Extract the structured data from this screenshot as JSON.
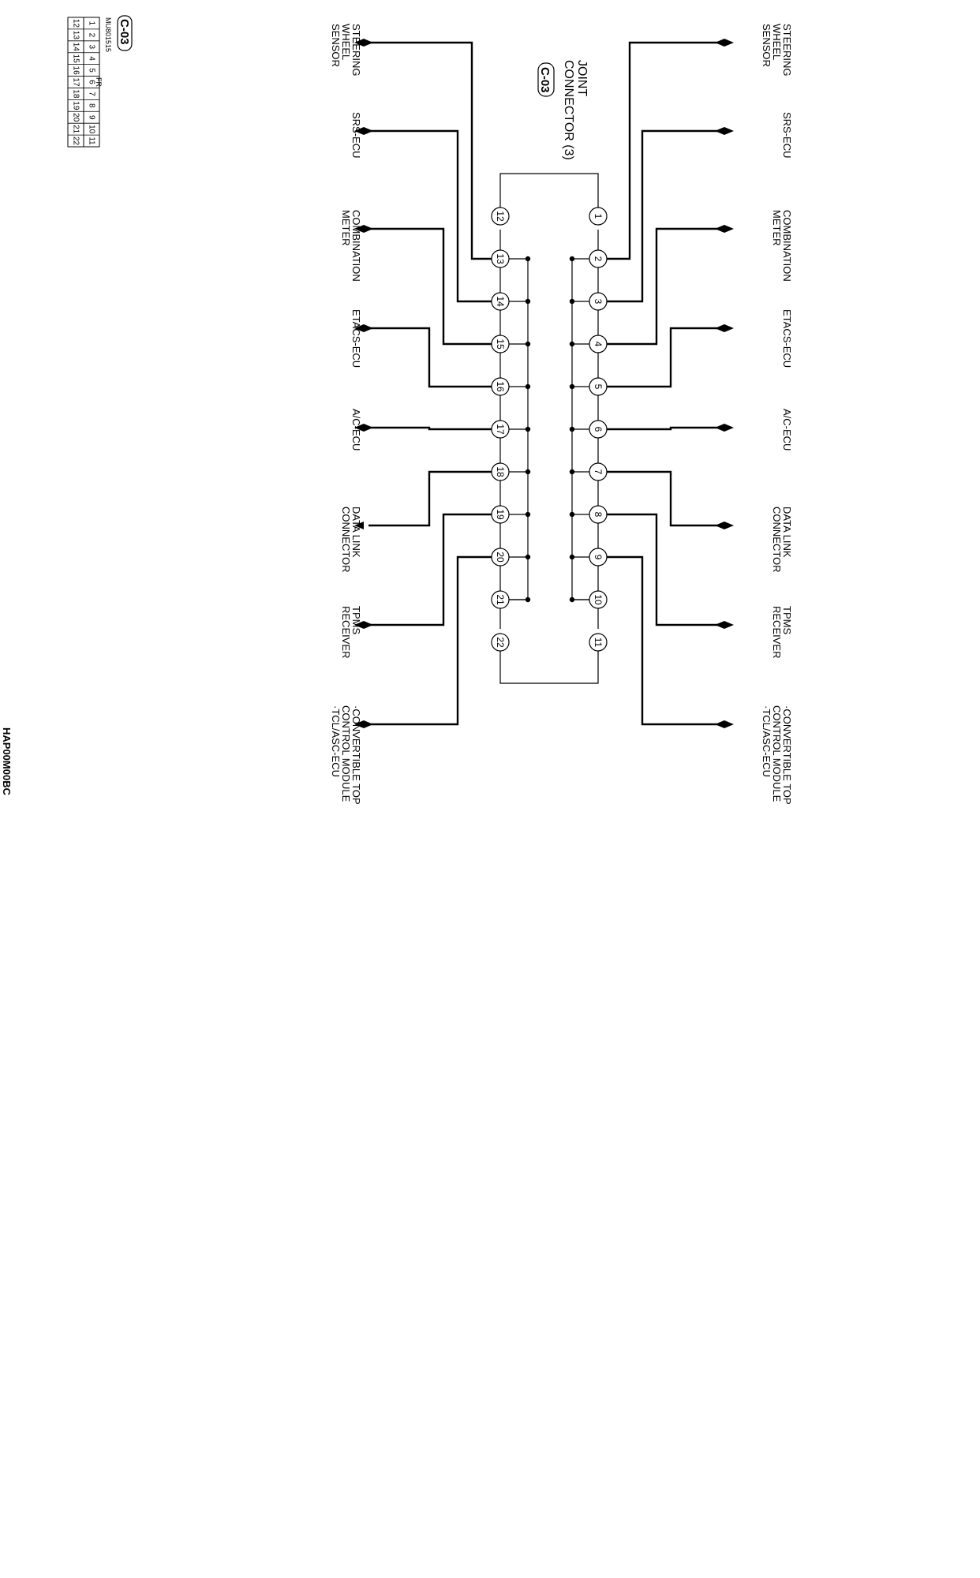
{
  "connector": {
    "title_lines": [
      "JOINT",
      "CONNECTOR (3)"
    ],
    "code": "C-03"
  },
  "legend": {
    "code": "C-03",
    "part_number": "MU801515",
    "tag": "FR",
    "row_top": [
      "1",
      "2",
      "3",
      "4",
      "5",
      "6",
      "7",
      "8",
      "9",
      "10",
      "11"
    ],
    "row_bottom": [
      "12",
      "13",
      "14",
      "15",
      "16",
      "17",
      "18",
      "19",
      "20",
      "21",
      "22"
    ]
  },
  "pins_right": [
    "1",
    "2",
    "3",
    "4",
    "5",
    "6",
    "7",
    "8",
    "9",
    "10",
    "11"
  ],
  "pins_left": [
    "12",
    "13",
    "14",
    "15",
    "16",
    "17",
    "18",
    "19",
    "20",
    "21",
    "22"
  ],
  "labels_right": [
    {
      "id": "steering",
      "lines": [
        "STEERING",
        "WHEEL",
        "SENSOR"
      ]
    },
    {
      "id": "srs",
      "lines": [
        "SRS-ECU"
      ]
    },
    {
      "id": "meter",
      "lines": [
        "COMBINATION",
        "METER"
      ]
    },
    {
      "id": "etacs",
      "lines": [
        "ETACS-ECU"
      ]
    },
    {
      "id": "ac",
      "lines": [
        "A/C-ECU"
      ]
    },
    {
      "id": "dlc",
      "lines": [
        "DATA LINK",
        "CONNECTOR"
      ]
    },
    {
      "id": "tpms",
      "lines": [
        "TPMS",
        "RECEIVER"
      ]
    },
    {
      "id": "conv",
      "lines": [
        "·CONVERTIBLE TOP",
        "CONTROL MODULE",
        "·TCL/ASC-ECU"
      ]
    }
  ],
  "labels_left": [
    {
      "id": "steering",
      "lines": [
        "STEERING",
        "WHEEL",
        "SENSOR"
      ]
    },
    {
      "id": "srs",
      "lines": [
        "SRS-ECU"
      ]
    },
    {
      "id": "meter",
      "lines": [
        "COMBINATION",
        "METER"
      ]
    },
    {
      "id": "etacs",
      "lines": [
        "ETACS-ECU"
      ]
    },
    {
      "id": "ac",
      "lines": [
        "A/C-ECU"
      ]
    },
    {
      "id": "dlc",
      "lines": [
        "DATA LINK",
        "CONNECTOR"
      ]
    },
    {
      "id": "tpms",
      "lines": [
        "TPMS",
        "RECEIVER"
      ]
    },
    {
      "id": "conv",
      "lines": [
        "·CONVERTIBLE TOP",
        "CONTROL MODULE",
        "·TCL/ASC-ECU"
      ]
    }
  ],
  "figure_code": "HAP00M00BC"
}
